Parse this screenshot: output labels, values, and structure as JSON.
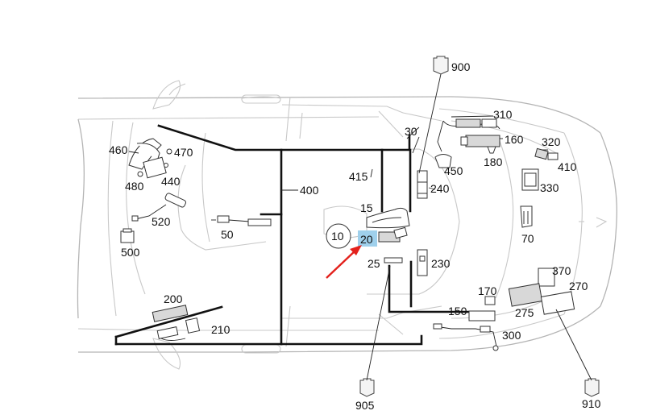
{
  "callouts": {
    "c10": "10",
    "c15": "15",
    "c20": "20",
    "c25": "25",
    "c30": "30",
    "c50": "50",
    "c70": "70",
    "c150": "150",
    "c160": "160",
    "c170": "170",
    "c180": "180",
    "c200": "200",
    "c210": "210",
    "c230": "230",
    "c240": "240",
    "c270": "270",
    "c275": "275",
    "c300": "300",
    "c310": "310",
    "c320": "320",
    "c330": "330",
    "c370": "370",
    "c400": "400",
    "c410": "410",
    "c415": "415",
    "c440": "440",
    "c450": "450",
    "c460": "460",
    "c470": "470",
    "c480": "480",
    "c500": "500",
    "c520": "520",
    "c900": "900",
    "c905": "905",
    "c910": "910"
  },
  "highlighted_callout": "20",
  "colors": {
    "highlight": "#9fd0ec",
    "arrow": "#e3211c",
    "body_outline": "#c8c8c8",
    "harness": "#111111"
  }
}
